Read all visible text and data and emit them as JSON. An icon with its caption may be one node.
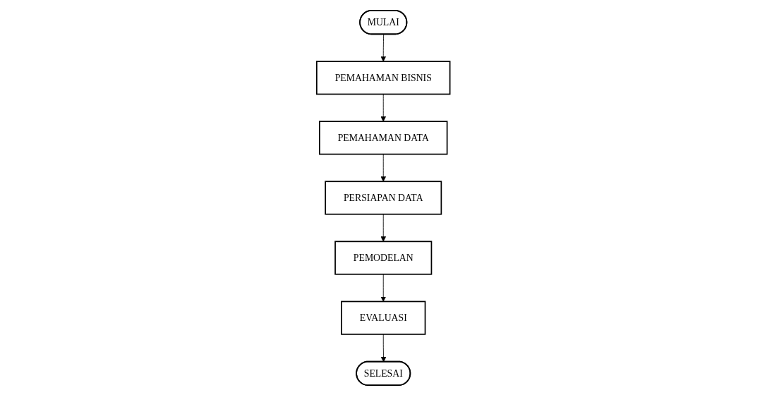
{
  "diagram": {
    "nodes": [
      {
        "text": [
          "MULAI"
        ]
      },
      {
        "text": [
          "PEMAHAMAN BISNIS"
        ]
      },
      {
        "text": [
          "PEMAHAMAN DATA"
        ]
      },
      {
        "text": [
          "PERSIAPAN DATA"
        ]
      },
      {
        "text": [
          "PEMODELAN"
        ]
      },
      {
        "text": [
          "EVALUASI"
        ]
      },
      {
        "text": [
          "SELESAI"
        ]
      }
    ],
    "edges": [
      {
        "from": 0,
        "to": 1,
        "arrow": "to"
      },
      {
        "from": 1,
        "to": 2,
        "arrow": "to"
      },
      {
        "from": 2,
        "to": 3,
        "arrow": "to"
      },
      {
        "from": 3,
        "to": 4,
        "arrow": "to"
      },
      {
        "from": 4,
        "to": 5,
        "arrow": "to"
      },
      {
        "from": 5,
        "to": 6,
        "arrow": "to"
      }
    ]
  }
}
